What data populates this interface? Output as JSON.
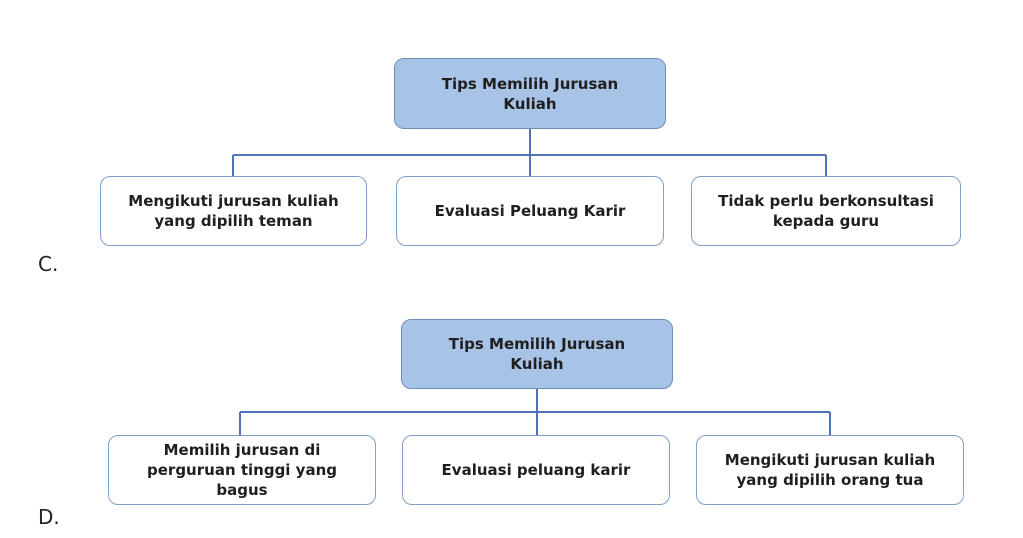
{
  "diagrams": [
    {
      "option_label": "C.",
      "root": "Tips Memilih Jurusan\nKuliah",
      "children": [
        "Mengikuti jurusan kuliah\nyang dipilih teman",
        "Evaluasi Peluang Karir",
        "Tidak perlu berkonsultasi\nkepada guru"
      ]
    },
    {
      "option_label": "D.",
      "root": "Tips Memilih Jurusan\nKuliah",
      "children": [
        "Memilih jurusan di\nperguruan tinggi yang\nbagus",
        "Evaluasi peluang karir",
        "Mengikuti jurusan kuliah\nyang dipilih orang tua"
      ]
    }
  ],
  "colors": {
    "root_fill": "#a7c3e6",
    "connector": "#4f73b6"
  }
}
